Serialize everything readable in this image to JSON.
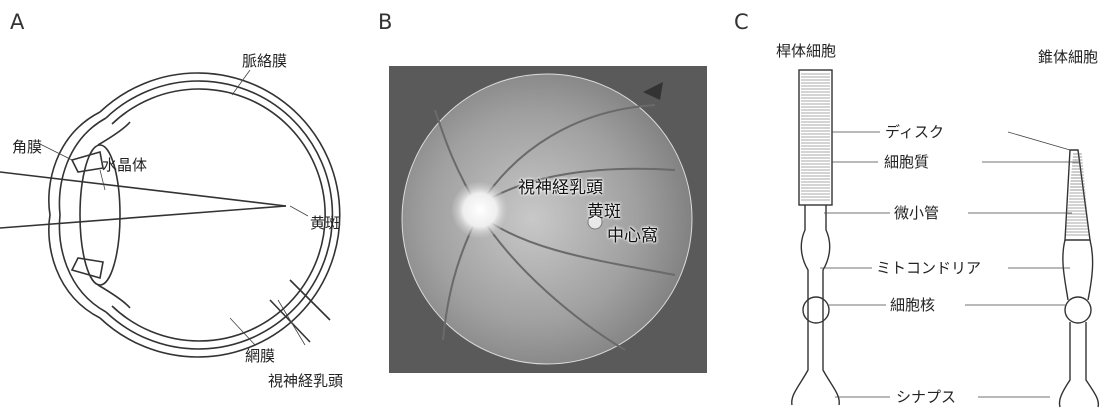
{
  "panel_a": {
    "letter": "A",
    "labels": {
      "choroid": "脈絡膜",
      "cornea": "角膜",
      "lens": "水晶体",
      "macula": "黄斑",
      "retina": "網膜",
      "optic_disc": "視神経乳頭"
    }
  },
  "panel_b": {
    "letter": "B",
    "labels": {
      "optic_disc": "視神経乳頭",
      "macula": "黄斑",
      "fovea": "中心窩"
    }
  },
  "panel_c": {
    "letter": "C",
    "labels": {
      "rod_cell": "桿体細胞",
      "cone_cell": "錐体細胞",
      "disc": "ディスク",
      "cytoplasm": "細胞質",
      "microtubule": "微小管",
      "mitochondria": "ミトコンドリア",
      "nucleus": "細胞核",
      "synapse": "シナプス"
    }
  },
  "colors": {
    "line": "#333333",
    "fundus_outer": "#5a5a5a",
    "fundus_inner": "#a8a8a8",
    "vessel": "#6a6a6a"
  }
}
